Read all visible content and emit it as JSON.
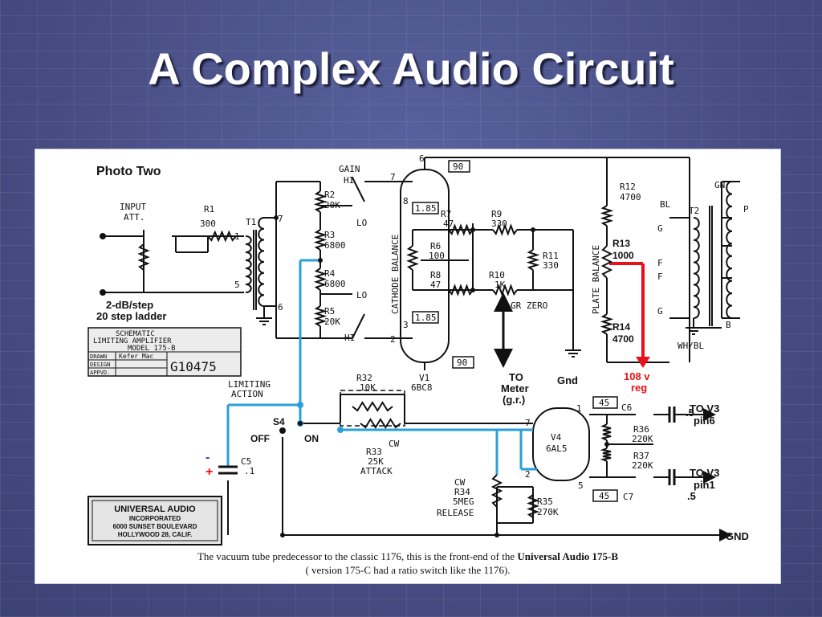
{
  "slide": {
    "title": "A Complex Audio Circuit"
  },
  "schematic": {
    "photo_label": "Photo Two",
    "input_label_1": "INPUT",
    "input_label_2": "ATT.",
    "step_1": "2-dB/step",
    "step_2": "20 step ladder",
    "r1_name": "R1",
    "r1_value": "300",
    "t1": "T1",
    "pin_1": "1",
    "pin_5": "5",
    "pin_7": "7",
    "pin_6": "6",
    "gain_1": "GAIN",
    "gain_2": "HI",
    "lo_1": "LO",
    "lo_2": "LO",
    "hi_2": "HI",
    "r2_name": "R2",
    "r2_value": "20K",
    "r3_name": "R3",
    "r3_value": "6800",
    "r4_name": "R4",
    "r4_value": "6800",
    "r5_name": "R5",
    "r5_value": "20K",
    "v1_pin_7": "7",
    "v1_pin_8": "8",
    "v1_pin_6": "6",
    "v1_pin_3": "3",
    "v1_pin_2": "2",
    "box_90_top": "90",
    "box_185_top": "1.85",
    "box_185_bot": "1.85",
    "box_90_bot": "90",
    "cathode_balance": "CATHODE BALANCE",
    "r7_name": "R7",
    "r7_value": "47",
    "r9_name": "R9",
    "r9_value": "330",
    "r6_name": "R6",
    "r6_value": "100",
    "r11_name": "R11",
    "r11_value": "330",
    "r8_name": "R8",
    "r8_value": "47",
    "r10_name": "R10",
    "r10_value": "1K",
    "gr_zero": "GR ZERO",
    "v1_name": "V1",
    "v1_type": "6BC8",
    "to_meter_1": "TO",
    "to_meter_2": "Meter",
    "to_meter_3": "(g.r.)",
    "gnd_mid": "Gnd",
    "plate_balance": "PLATE BALANCE",
    "r12_name": "R12",
    "r12_value": "4700",
    "r13_name": "R13",
    "r13_value": "1000",
    "r14_name": "R14",
    "r14_value": "4700",
    "reg_1": "108 v",
    "reg_2": "reg",
    "gn": "GN",
    "t2": "T2",
    "bl": "BL",
    "t2_p": "P",
    "t2_g1": "G",
    "t2_f1": "F",
    "t2_f2": "F",
    "t2_g2": "G",
    "t2_b": "B",
    "whbl": "WH/BL",
    "title_block": {
      "line1": "SCHEMATIC",
      "line2": "LIMITING AMPLIFIER",
      "line3": "MODEL 175-B",
      "drawn": "DRAWN",
      "drawn_by": "Kefer Mac",
      "design": "DESIGN",
      "approved": "APPVD.",
      "number": "G10475"
    },
    "limiting_1": "LIMITING",
    "limiting_2": "ACTION",
    "s4": "S4",
    "off": "OFF",
    "on": "ON",
    "c5_name": "C5",
    "c5_value": ".1",
    "minus": "-",
    "plus": "+",
    "r32_name": "R32",
    "r32_value": "10K",
    "r33_cw": "CW",
    "r33_name": "R33",
    "r33_value": "25K",
    "attack": "ATTACK",
    "r34_cw": "CW",
    "r34_name": "R34",
    "r34_value": "5MEG",
    "release": "RELEASE",
    "r35_name": "R35",
    "r35_value": "270K",
    "v4_name": "V4",
    "v4_type": "6AL5",
    "v4_pin_7": "7",
    "v4_pin_1": "1",
    "v4_pin_2": "2",
    "v4_pin_5": "5",
    "box_45_top": "45",
    "box_45_bot": "45",
    "c6_name": "C6",
    "c6_value": ".5",
    "c7_name": "C7",
    "c7_value": ".5",
    "r36_name": "R36",
    "r36_value": "220K",
    "r37_name": "R37",
    "r37_value": "220K",
    "to_v3_1a": "TO V3",
    "to_v3_1b": "pin6",
    "to_v3_2a": "TO V3",
    "to_v3_2b": "pin1",
    "gnd_bottom": "GND",
    "ua_1": "UNIVERSAL AUDIO",
    "ua_2": "INCORPORATED",
    "ua_3": "6000 SUNSET BOULEVARD",
    "ua_4": "HOLLYWOOD 28, CALIF."
  },
  "caption": {
    "line1_pre": "The vacuum tube predecessor to the classic 1176, this is the front-end of the ",
    "line1_bold": "Universal Audio 175-B",
    "line2": "( version 175-C had a ratio switch like the 1176)."
  },
  "colors": {
    "wire": "#111111",
    "highlight": "#2aa0d8",
    "arrow": "#e8101a"
  }
}
